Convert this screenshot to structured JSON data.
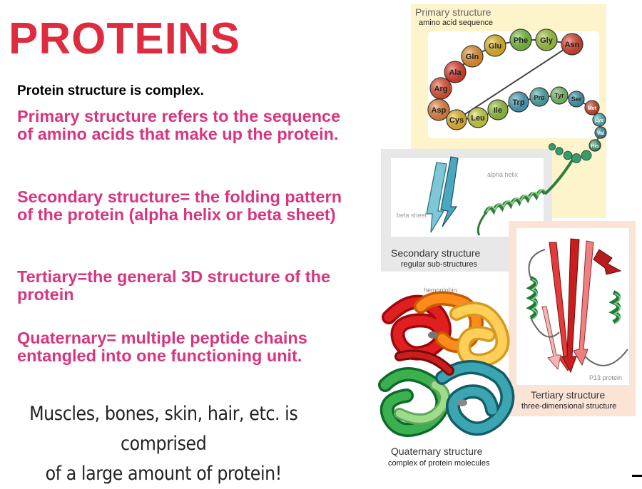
{
  "slide": {
    "title": "PROTEINS",
    "intro": "Protein structure is complex.",
    "paragraphs": [
      "Primary structure refers to the sequence of amino acids that make up the protein.",
      "Secondary structure= the folding pattern of the protein (alpha helix or beta sheet)",
      "Tertiary=the general 3D structure of the protein",
      "Quaternary= multiple peptide chains entangled into one functioning unit."
    ],
    "footer_line1": "Muscles, bones, skin, hair, etc. is comprised",
    "footer_line2": "of a large amount of protein!"
  },
  "figure": {
    "primary": {
      "title": "Primary structure",
      "subtitle": "amino acid sequence"
    },
    "amino_acids": [
      "Asp",
      "Arg",
      "Ala",
      "Gln",
      "Glu",
      "Phe",
      "Gly",
      "Asn",
      "Cys",
      "Leu",
      "Ile",
      "Trp",
      "Pro",
      "Tyr",
      "Ser",
      "Met",
      "Lys",
      "Val",
      "His"
    ],
    "secondary": {
      "title": "Secondary structure",
      "subtitle": "regular sub-structures",
      "alpha_label": "alpha helix",
      "beta_label": "beta sheet"
    },
    "tertiary": {
      "title": "Tertiary structure",
      "subtitle": "three-dimensional structure",
      "protein_label": "P13 protein"
    },
    "quaternary": {
      "title": "Quaternary structure",
      "subtitle": "complex of protein molecules",
      "protein_label": "hemoglobin"
    }
  }
}
